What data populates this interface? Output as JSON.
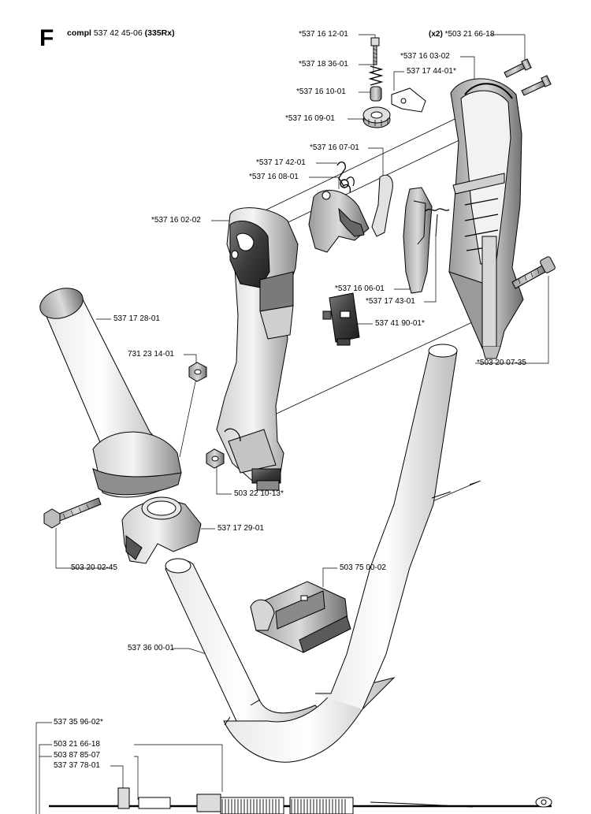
{
  "header": {
    "section_letter": "F",
    "compl_word": "compl",
    "assembly_number": "537 42 45-06",
    "model": "(335Rx)"
  },
  "parts": [
    {
      "id": "p1",
      "number": "*537 16 12-01"
    },
    {
      "id": "p2",
      "qty": "(x2)",
      "number": "*503 21 66-18"
    },
    {
      "id": "p3",
      "number": "*537 16 03-02"
    },
    {
      "id": "p4",
      "number": "*537 18 36-01"
    },
    {
      "id": "p5",
      "number": "537 17 44-01*"
    },
    {
      "id": "p6",
      "number": "*537 16 10-01"
    },
    {
      "id": "p7",
      "number": "*537 16 09-01"
    },
    {
      "id": "p8",
      "number": "*537 16 07-01"
    },
    {
      "id": "p9",
      "number": "*537 17 42-01"
    },
    {
      "id": "p10",
      "number": "*537 16 08-01"
    },
    {
      "id": "p11",
      "number": "*537 16 02-02"
    },
    {
      "id": "p12",
      "number": "*537 16 06-01"
    },
    {
      "id": "p13",
      "number": "*537 17 43-01"
    },
    {
      "id": "p14",
      "number": "537 41 90-01*"
    },
    {
      "id": "p15",
      "number": "537 17 28-01"
    },
    {
      "id": "p16",
      "number": "*503 20 07-35"
    },
    {
      "id": "p17",
      "number": "731 23 14-01"
    },
    {
      "id": "p18",
      "number": "503 22 10-13*"
    },
    {
      "id": "p19",
      "number": "537 17 29-01"
    },
    {
      "id": "p20",
      "number": "503 20 02-45"
    },
    {
      "id": "p21",
      "number": "503 75 00-02"
    },
    {
      "id": "p22",
      "number": "537 36 00-01"
    },
    {
      "id": "p23",
      "number": "537 35 96-02*"
    },
    {
      "id": "p24",
      "number": "503 21 66-18"
    },
    {
      "id": "p25",
      "number": "503 87 85-07"
    },
    {
      "id": "p26",
      "number": "537 37 78-01"
    }
  ]
}
